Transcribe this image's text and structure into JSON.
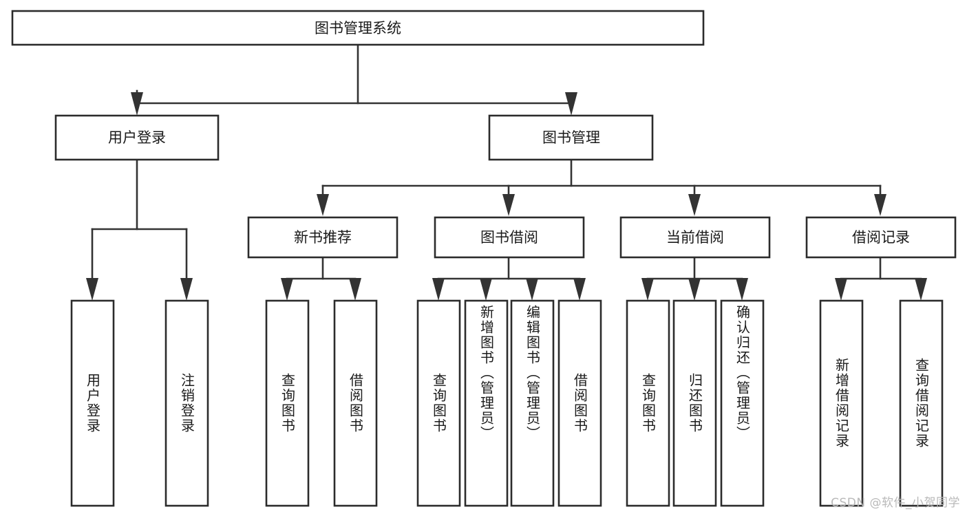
{
  "diagram": {
    "title": "图书管理系统",
    "type": "tree-hierarchy-diagram",
    "background_color": "#ffffff",
    "box_stroke_color": "#2b2b2b",
    "line_color": "#333333",
    "text_color": "#1a1a1a"
  },
  "root": {
    "label": "图书管理系统"
  },
  "level2": [
    {
      "label": "用户登录"
    },
    {
      "label": "图书管理"
    }
  ],
  "level3": [
    {
      "label": "新书推荐"
    },
    {
      "label": "图书借阅"
    },
    {
      "label": "当前借阅"
    },
    {
      "label": "借阅记录"
    }
  ],
  "leaves": {
    "user_login": [
      {
        "label": "用户登录"
      },
      {
        "label": "注销登录"
      }
    ],
    "new_book_recommend": [
      {
        "label": "查询图书"
      },
      {
        "label": "借阅图书"
      }
    ],
    "book_borrow": [
      {
        "label": "查询图书"
      },
      {
        "label": "新增图书（管理员）"
      },
      {
        "label": "编辑图书（管理员）"
      },
      {
        "label": "借阅图书"
      }
    ],
    "current_borrow": [
      {
        "label": "查询图书"
      },
      {
        "label": "归还图书"
      },
      {
        "label": "确认归还（管理员）"
      }
    ],
    "borrow_record": [
      {
        "label": "新增借阅记录"
      },
      {
        "label": "查询借阅记录"
      }
    ]
  },
  "watermark": {
    "text": "CSDN @软件_小贺同学"
  }
}
